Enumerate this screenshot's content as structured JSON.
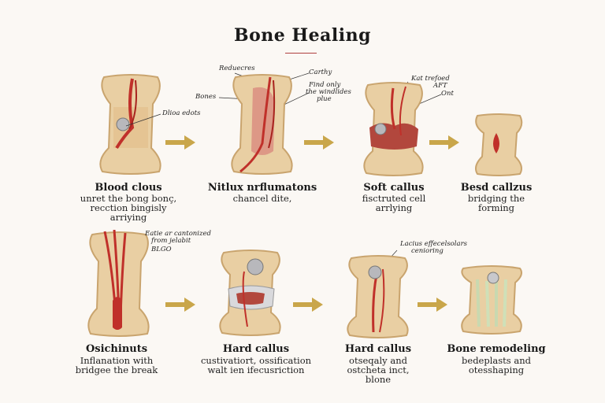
{
  "title": "Bone Healing",
  "colors": {
    "bone": "#e9cfa3",
    "bone_shade": "#c9a46e",
    "blood": "#c0302a",
    "arrow": "#c9a64a"
  },
  "top_row": [
    {
      "title": "Blood clous",
      "desc": [
        "unret the bong bonç,",
        "recction bingisly",
        "arriying"
      ],
      "annotations": [
        "Dlioa edots"
      ]
    },
    {
      "title": "Nitlux nrflumatons",
      "desc": [
        "chancel dite,"
      ],
      "annotations": [
        "Reduecres",
        "Carthy",
        "Bones",
        "Find only",
        "the windlides",
        "plue"
      ]
    },
    {
      "title": "Soft callus",
      "desc": [
        "fisctruted cell",
        "arrlying"
      ],
      "annotations": [
        "Kat trefoed",
        "AFT",
        "Ont"
      ]
    },
    {
      "title": "Besd callzus",
      "desc": [
        "bridging the",
        "forming"
      ],
      "annotations": []
    }
  ],
  "bottom_row": [
    {
      "title": "Osichinuts",
      "desc": [
        "Inflanation with",
        "bridgee the break"
      ],
      "annotations": [
        "Eatie ar cantonized",
        "from jelabit",
        "BLGO"
      ]
    },
    {
      "title": "Hard callus",
      "desc": [
        "custivatiort, ossification",
        "walt ien ifecusriction"
      ],
      "annotations": []
    },
    {
      "title": "Hard callus",
      "desc": [
        "otseqaly and",
        "ostcheta inct,",
        "blone"
      ],
      "annotations": [
        "Lacius effecelsolars",
        "cenioring"
      ]
    },
    {
      "title": "Bone remodeling",
      "desc": [
        "bedeplasts and",
        "otesshaping"
      ],
      "annotations": []
    }
  ]
}
